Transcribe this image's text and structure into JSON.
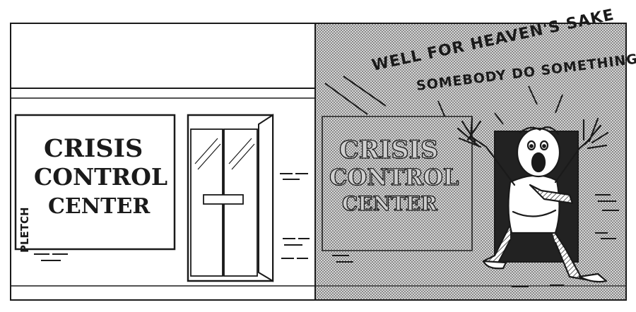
{
  "comic": {
    "sign_line1": "CRISIS",
    "sign_line2": "CONTROL",
    "sign_line3": "CENTER",
    "signature": "PLETCH",
    "exclaim_line1": "WELL FOR HEAVEN'S SAKE",
    "exclaim_line2": "SOMEBODY DO SOMETHING!"
  },
  "colors": {
    "ink": "#1a1a1a",
    "paper": "#ffffff",
    "screentone": "#bdbdbd"
  }
}
